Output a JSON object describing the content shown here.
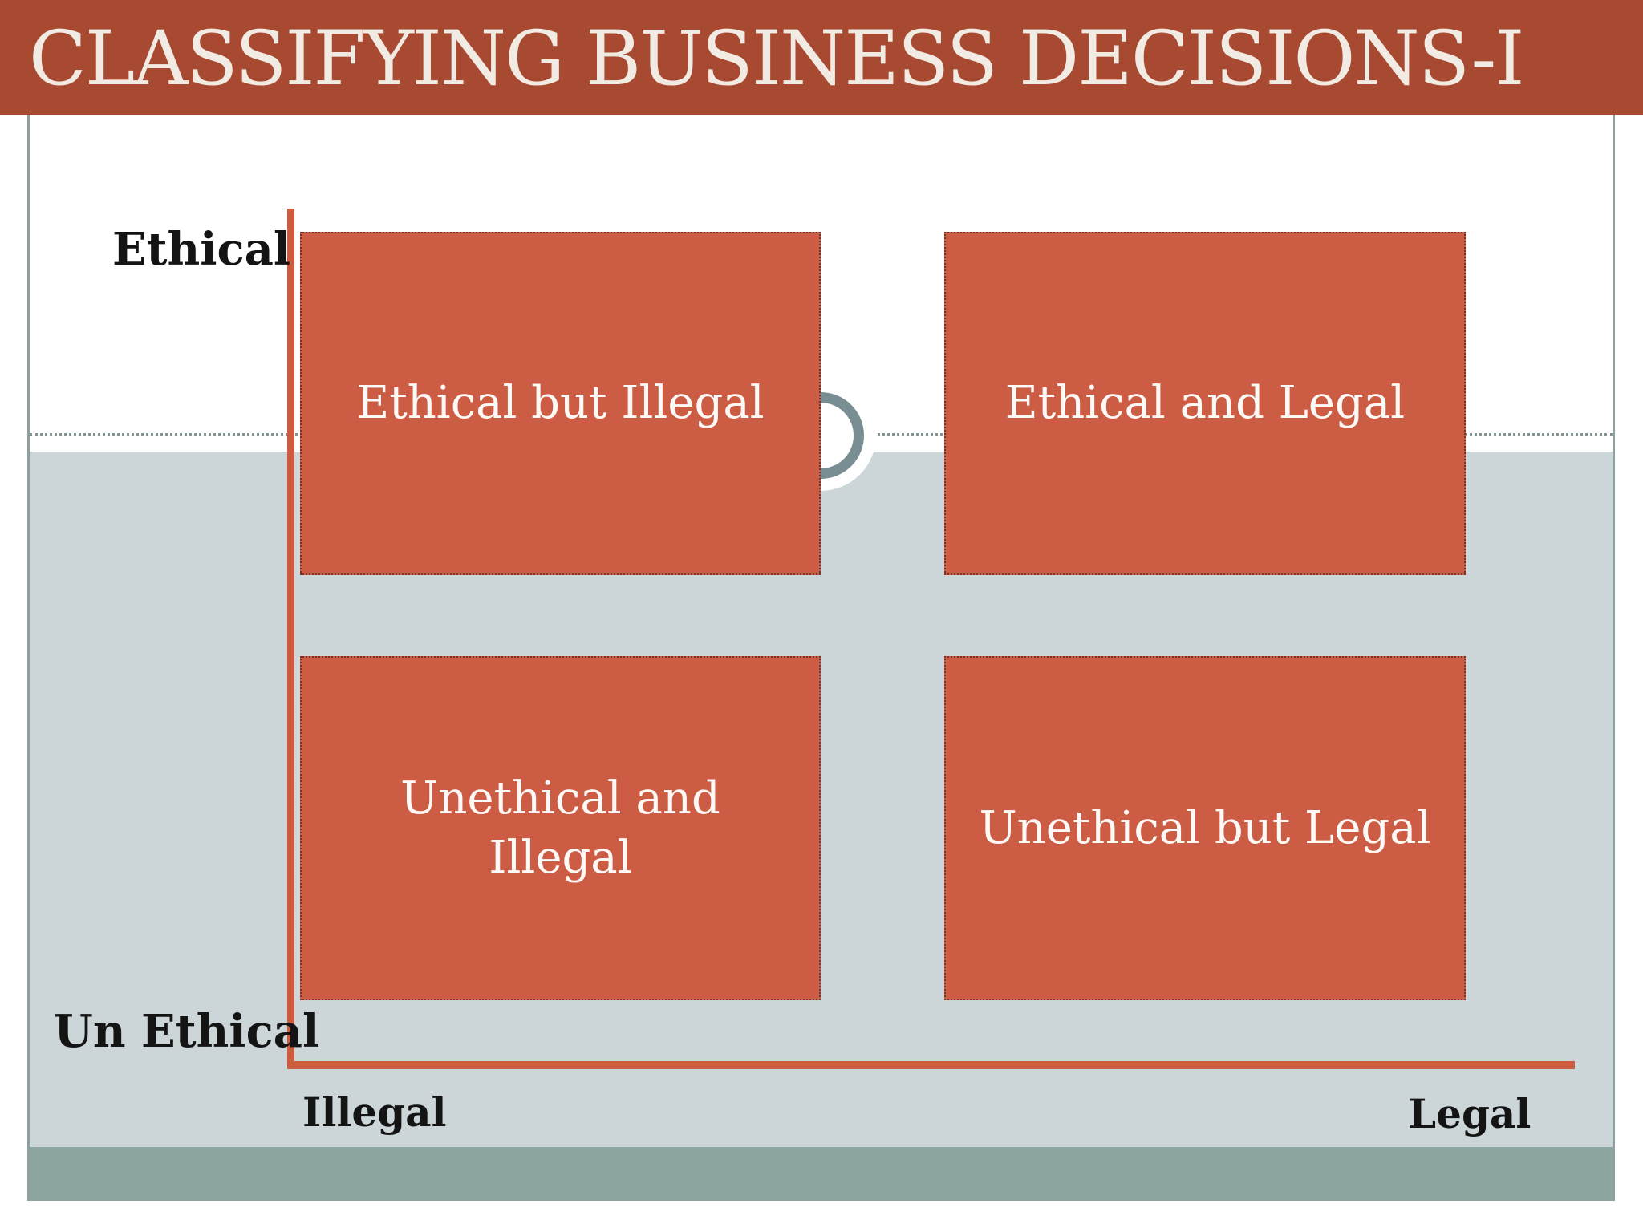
{
  "slide": {
    "title": "CLASSIFYING BUSINESS DECISIONS-I"
  },
  "axes": {
    "y_top_label": "Ethical",
    "y_bottom_label": "Un Ethical",
    "x_left_label": "Illegal",
    "x_right_label": "Legal"
  },
  "quadrants": [
    {
      "position": "top-left",
      "label": "Ethical but Illegal"
    },
    {
      "position": "top-right",
      "label": "Ethical and Legal"
    },
    {
      "position": "bottom-left",
      "label": "Unethical and Illegal"
    },
    {
      "position": "bottom-right",
      "label": "Unethical but Legal"
    }
  ],
  "colors": {
    "title_bar": "#a84a31",
    "title_text": "#f2ebe3",
    "quadrant_fill": "#cd5c44",
    "quadrant_border": "#7e3122",
    "quadrant_text": "#fdf9f6",
    "axis_line": "#cd5c3f",
    "lower_background": "#ccd6d9",
    "bottom_band": "#8ca69f",
    "ring_ornament": "#788e92",
    "divider_dots": "#7f9596",
    "label_text": "#141414"
  }
}
